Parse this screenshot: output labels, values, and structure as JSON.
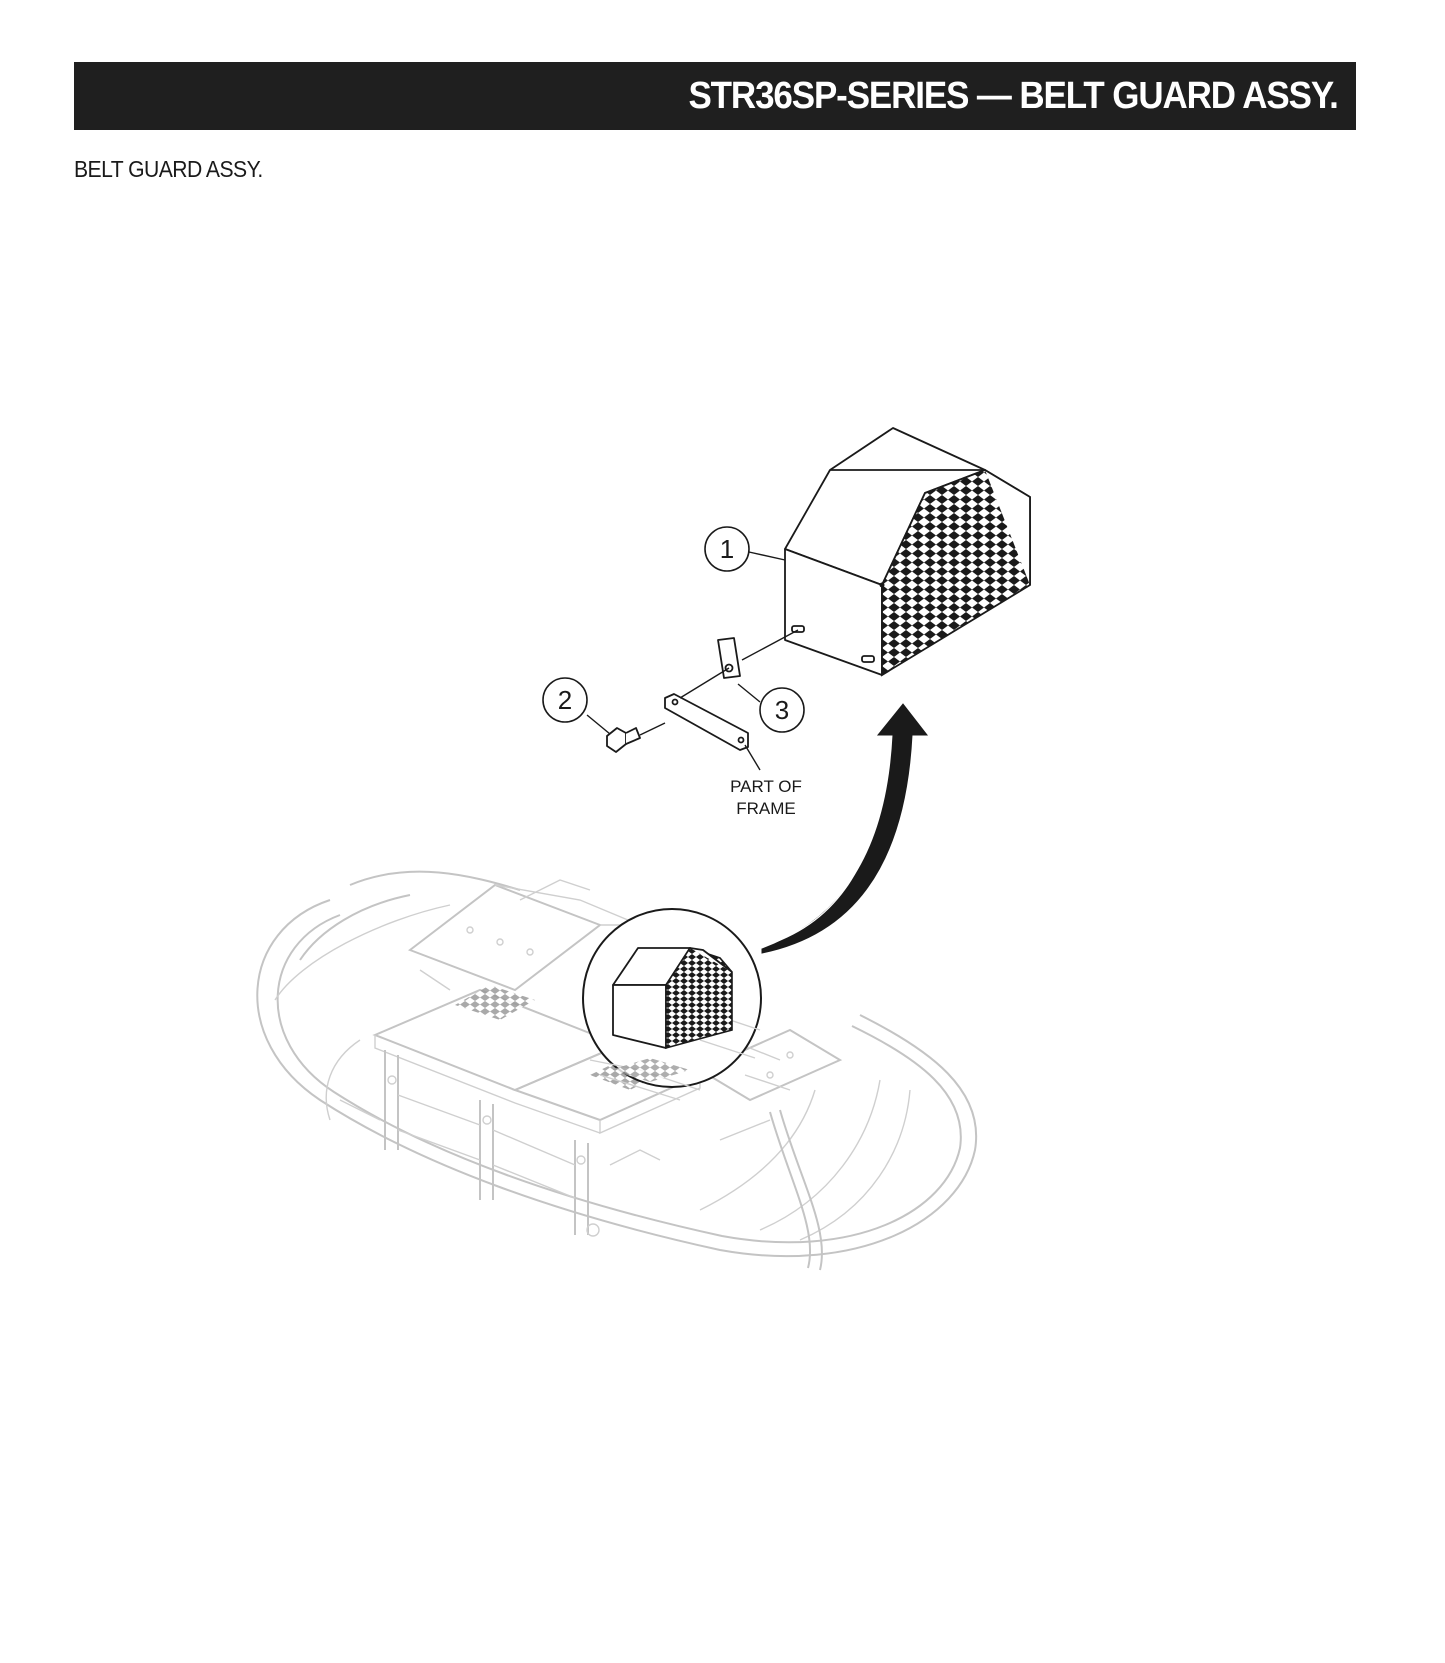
{
  "header": {
    "title": "STR36SP-SERIES — BELT GUARD ASSY."
  },
  "section": {
    "subtitle": "BELT GUARD ASSY."
  },
  "diagram": {
    "callouts": [
      {
        "number": "1"
      },
      {
        "number": "2"
      },
      {
        "number": "3"
      }
    ],
    "frame_label_line1": "PART OF",
    "frame_label_line2": "FRAME"
  }
}
